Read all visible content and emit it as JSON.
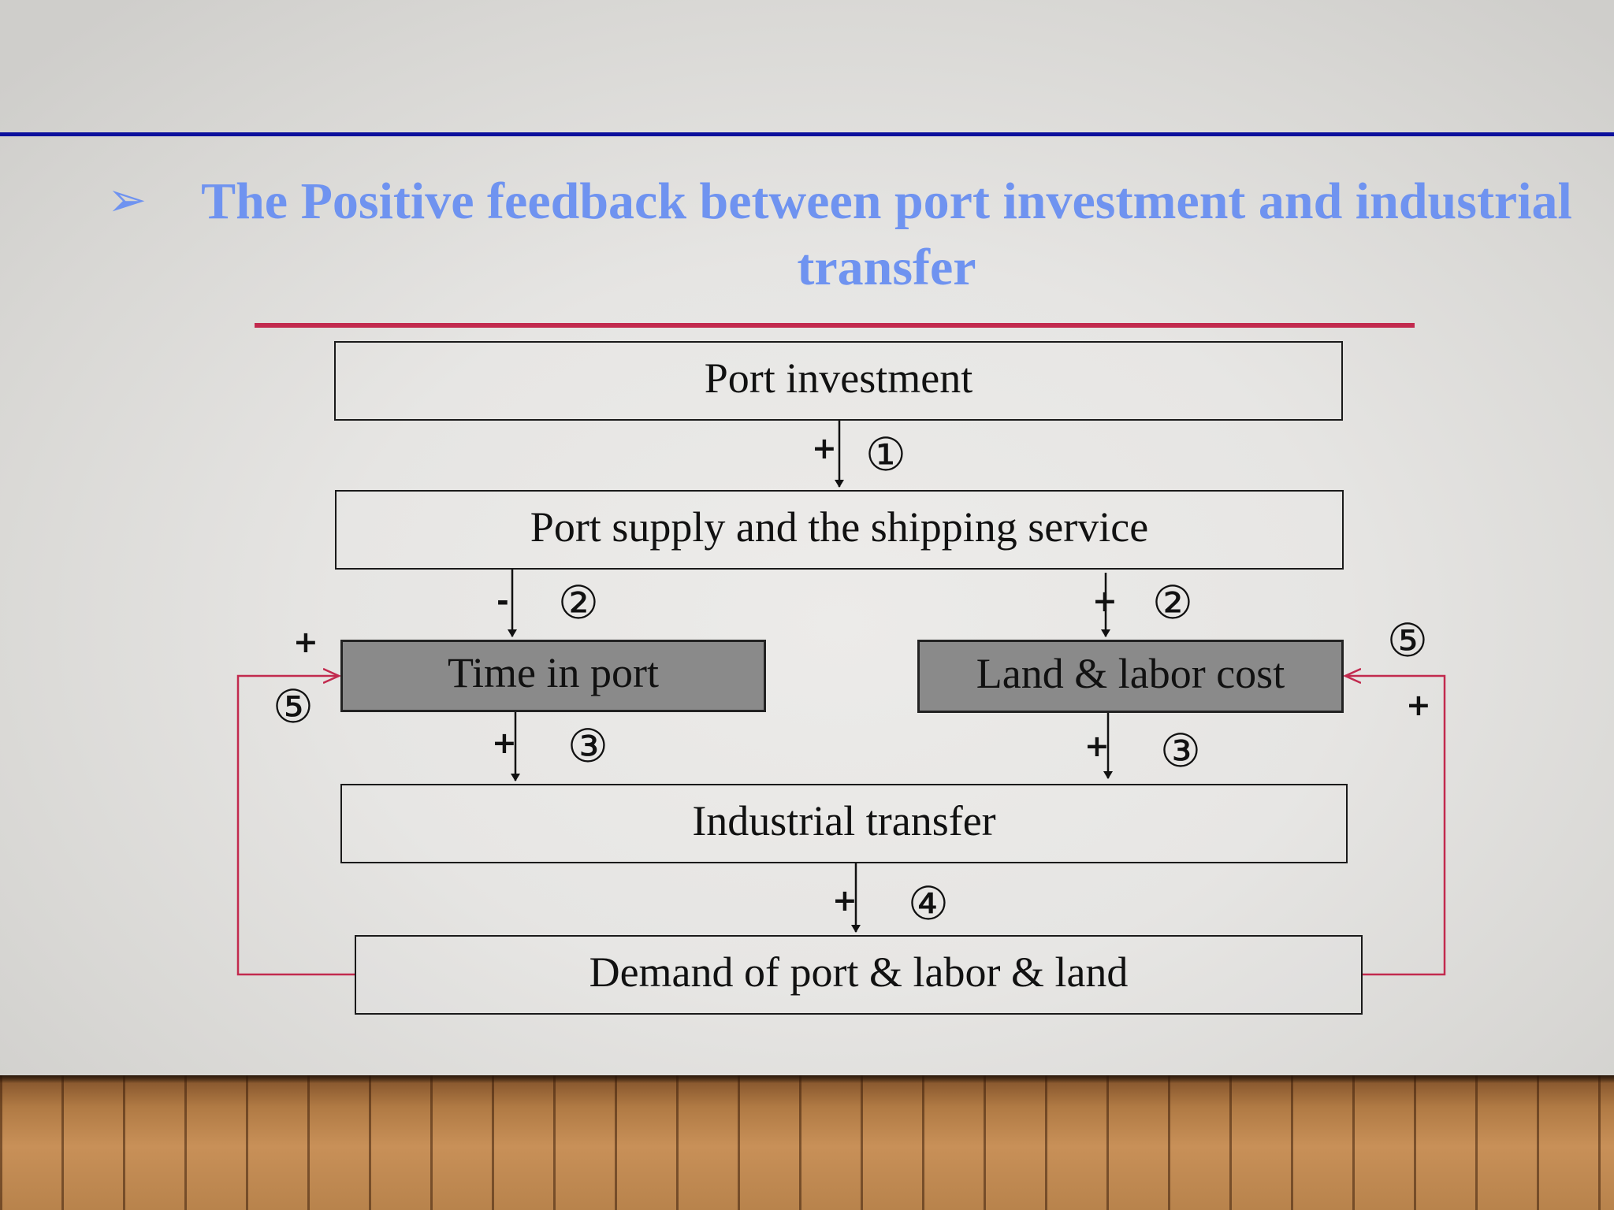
{
  "title": {
    "bullet": "➢",
    "text": "The Positive feedback between port investment and industrial transfer"
  },
  "nodes": {
    "port_investment": "Port investment",
    "port_supply": "Port supply and the shipping service",
    "time_in_port": "Time in port",
    "land_labor_cost": "Land & labor cost",
    "industrial_transfer": "Industrial transfer",
    "demand": "Demand of port & labor & land"
  },
  "edges": {
    "e1": {
      "sign": "+",
      "num": "①"
    },
    "e2_left": {
      "sign": "-",
      "num": "②"
    },
    "e2_right": {
      "sign": "+",
      "num": "②"
    },
    "e3_left": {
      "sign": "+",
      "num": "③"
    },
    "e3_right": {
      "sign": "+",
      "num": "③"
    },
    "e4": {
      "sign": "+",
      "num": "④"
    },
    "e5_left": {
      "sign": "+",
      "num": "⑤"
    },
    "e5_right": {
      "sign": "+",
      "num": "⑤"
    }
  },
  "colors": {
    "title": "#6f93f0",
    "top_rule": "#0b0f9c",
    "red_rule": "#c22a4e",
    "feedback_line": "#c22a4e",
    "dark_box": "#8a8a8a"
  }
}
